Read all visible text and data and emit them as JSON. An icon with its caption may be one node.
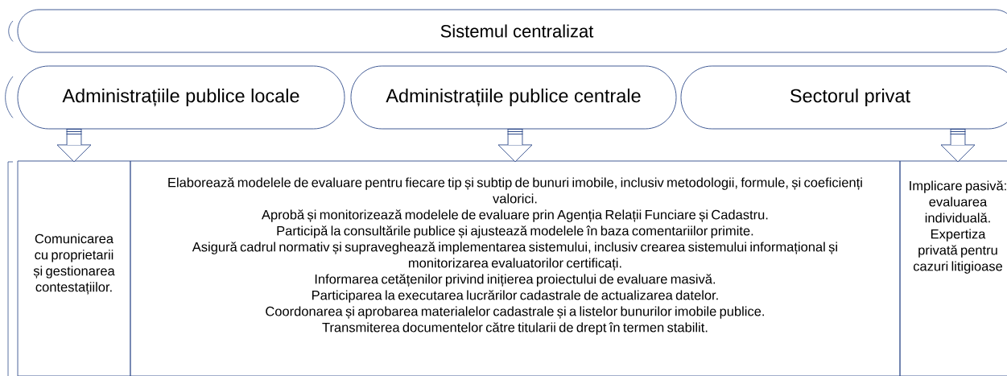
{
  "diagram": {
    "nodes": [
      {
        "text": [
          "Sistemul centralizat"
        ]
      },
      {
        "text": [
          "Administrațiile publice locale"
        ]
      },
      {
        "text": [
          "Administrațiile publice centrale"
        ]
      },
      {
        "text": [
          "Sectorul privat"
        ]
      },
      {
        "text": [
          "Comunicarea cu proprietarii și gestionarea contestațiilor."
        ]
      },
      {
        "text": [
          "Elaborează modelele de evaluare pentru fiecare tip și subtip de bunuri imobile, inclusiv metodologii, formule, și coeficienți valorici.",
          "Aprobă și monitorizează modelele de evaluare prin Agenția Relații Funciare și Cadastru.",
          "Participă la consultările publice și ajustează modelele în baza comentariilor primite.",
          "Asigură cadrul normativ și supraveghează implementarea sistemului, inclusiv crearea sistemului informațional și monitorizarea evaluatorilor certificați.",
          "Informarea cetățenilor privind inițierea proiectului de  evaluare masivă.",
          "Participarea la executarea lucrărilor cadastrale de actualizarea datelor.",
          "Coordonarea și aprobarea materialelor cadastrale și a listelor bunurilor imobile publice.",
          "Transmiterea documentelor către titularii de drept în termen stabilit."
        ]
      },
      {
        "text": [
          "Implicare pasivă: evaluarea individuală. Expertiza privată pentru cazuri litigioase"
        ]
      }
    ],
    "edges": [
      {
        "from": 1,
        "to": 4,
        "arrow": "to"
      },
      {
        "from": 2,
        "to": 5,
        "arrow": "to"
      },
      {
        "from": 3,
        "to": 6,
        "arrow": "to"
      }
    ]
  }
}
